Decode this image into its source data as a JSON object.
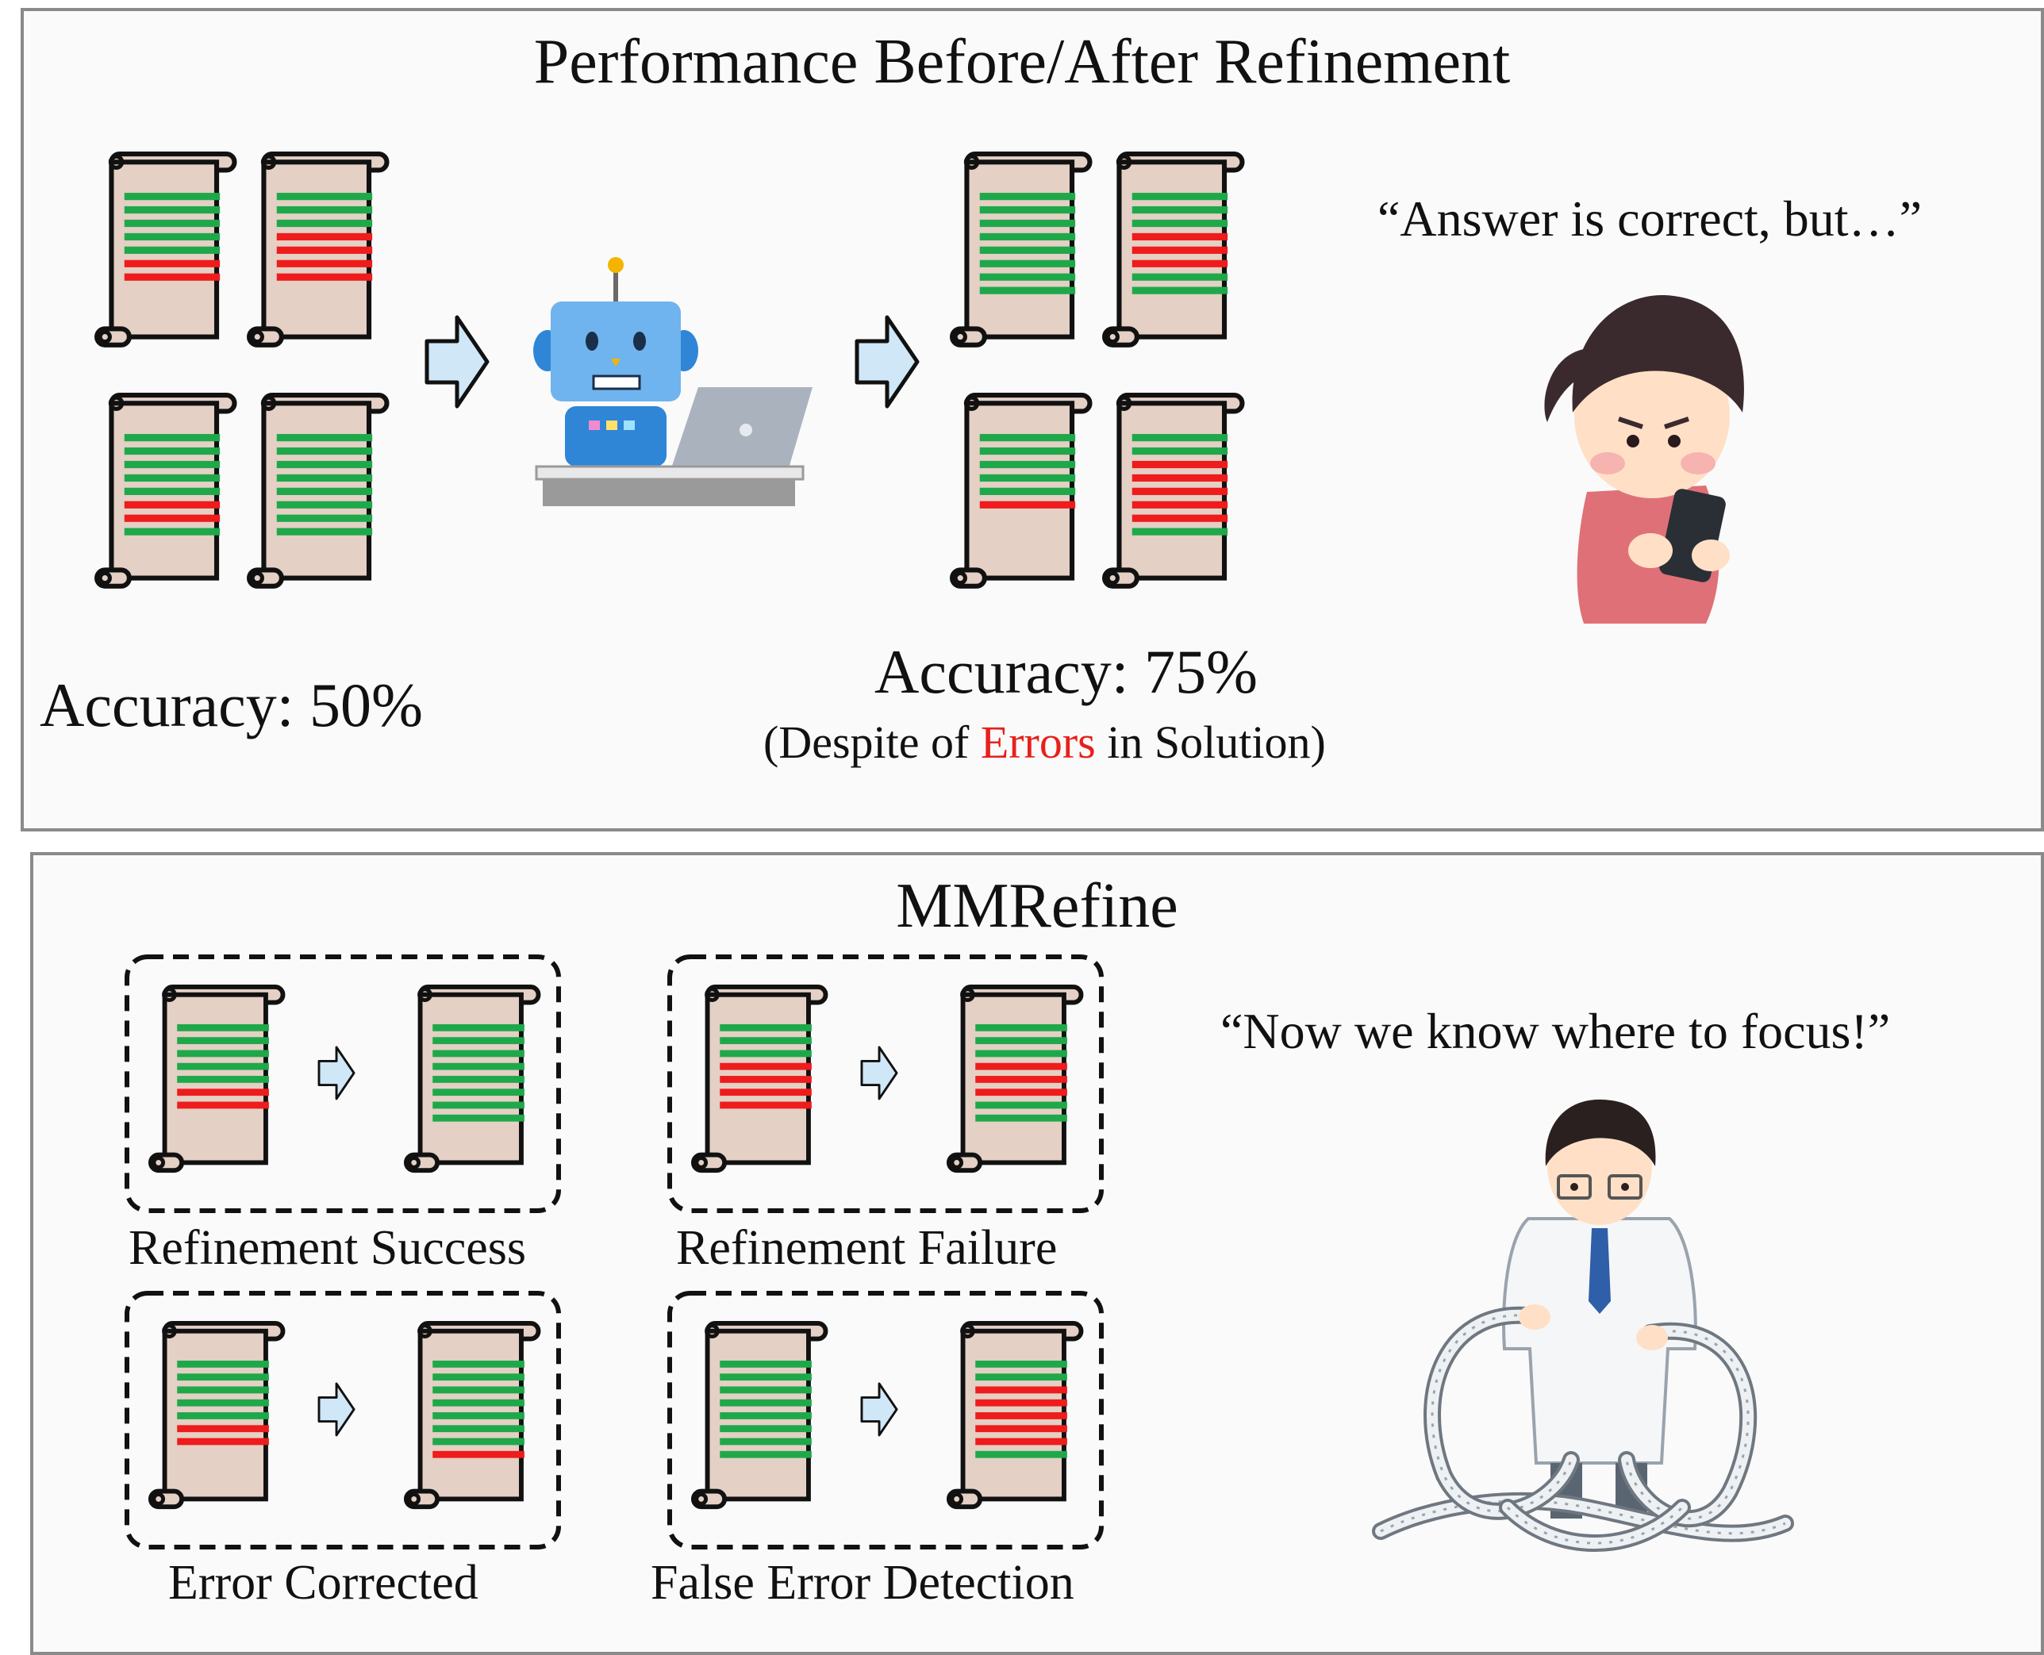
{
  "top_panel": {
    "title": "Performance Before/After Refinement",
    "accuracy_before": "Accuracy: 50%",
    "accuracy_after": "Accuracy: 75%",
    "note_open": "(Despite of ",
    "note_errors": "Errors",
    "note_close": " in Solution)",
    "quote": "“Answer is correct, but…”"
  },
  "bottom_panel": {
    "title": "MMRefine",
    "quote": "“Now we know where to focus!”",
    "cases": [
      {
        "label": "Refinement Success"
      },
      {
        "label": "Refinement Failure"
      },
      {
        "label": "Error Corrected"
      },
      {
        "label": "False Error Detection"
      }
    ]
  },
  "colors": {
    "scroll_paper": "#e4d0c4",
    "correct_line": "#1fa84a",
    "error_line": "#ee1c1c",
    "arrow_fill": "#cfe7f7",
    "panel_border": "#8a8a8a",
    "highlight_red": "#e8201c"
  },
  "icons": {
    "scroll": "scroll-icon",
    "arrow": "arrow-right-icon",
    "robot": "robot-with-laptop-icon",
    "student": "girl-with-phone-icon",
    "scientist": "scientist-with-tangled-tape-icon"
  }
}
